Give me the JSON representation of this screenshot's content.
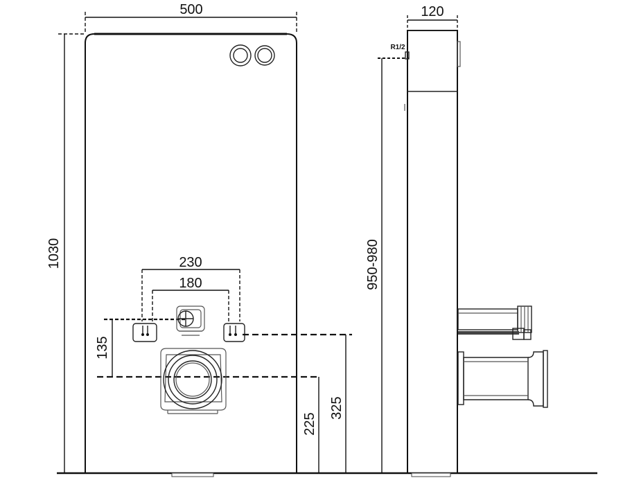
{
  "front_view": {
    "width_label": "500",
    "height_label": "1030",
    "bolt_outer_label": "230",
    "bolt_inner_label": "180",
    "bolt_vertical_label": "135",
    "outlet_height_label": "225",
    "bolt_height_label": "325"
  },
  "side_view": {
    "depth_label": "120",
    "inlet_height_label": "950-980",
    "inlet_thread_label": "R1/2"
  },
  "colors": {
    "line": "#111111",
    "background": "#ffffff"
  }
}
